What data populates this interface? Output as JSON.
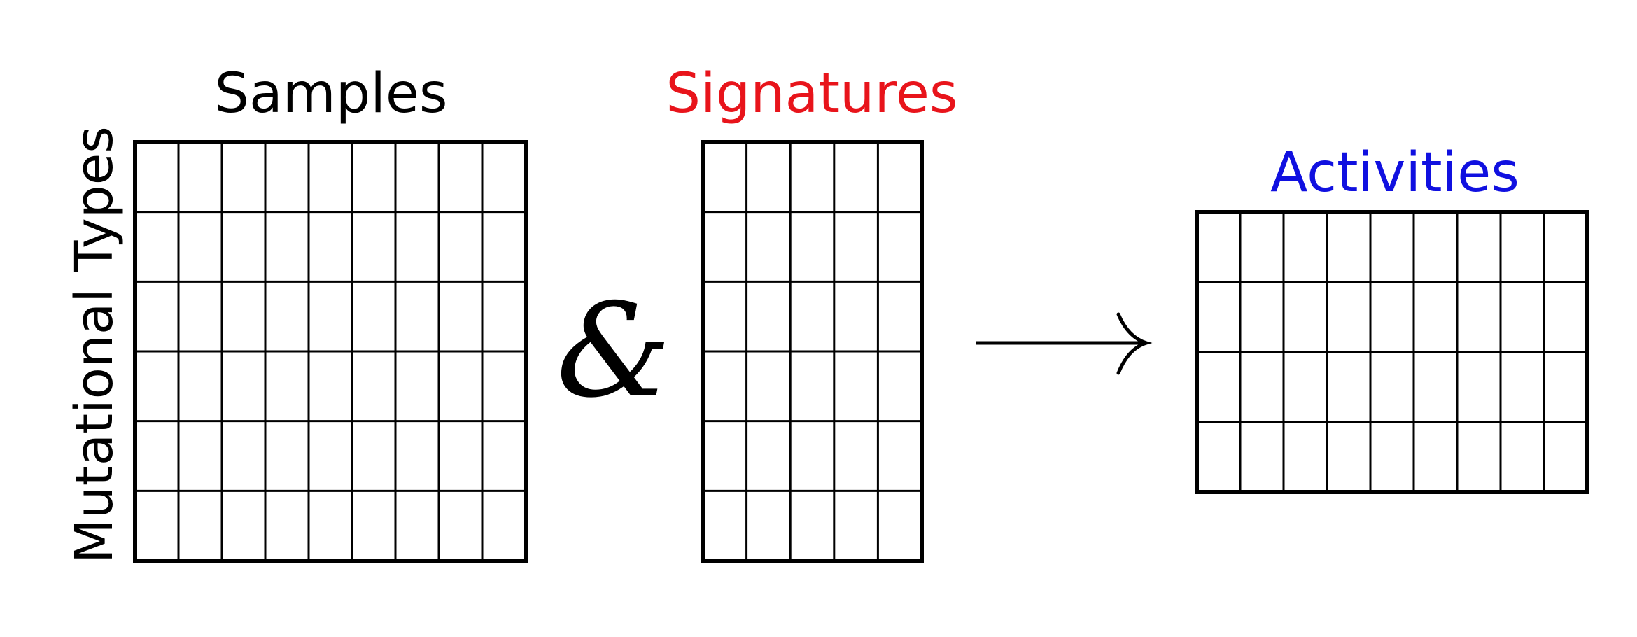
{
  "labels": {
    "samples": "Samples",
    "signatures": "Signatures",
    "activities": "Activities",
    "mutational_types": "Mutational Types",
    "ampersand": "&"
  },
  "colors": {
    "samples": "#000000",
    "signatures": "#e8141b",
    "activities": "#1010e0",
    "mutational_types": "#000000",
    "grid": "#000000"
  },
  "matrices": {
    "samples": {
      "rows": 6,
      "cols": 9
    },
    "signatures": {
      "rows": 6,
      "cols": 5
    },
    "activities": {
      "rows": 4,
      "cols": 9
    }
  },
  "icons": {
    "ampersand": "ampersand-icon",
    "arrow": "right-arrow-icon"
  }
}
